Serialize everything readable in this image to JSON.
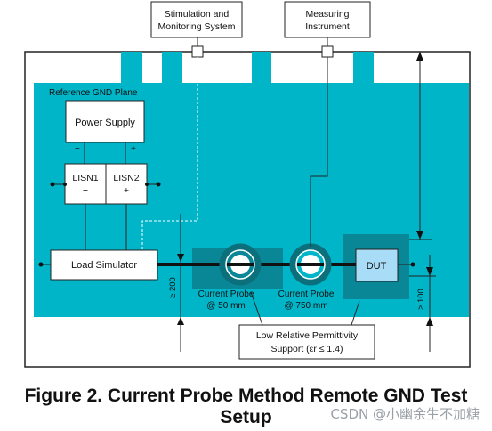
{
  "labels": {
    "stimulation_line1": "Stimulation and",
    "stimulation_line2": "Monitoring System",
    "measuring_line1": "Measuring",
    "measuring_line2": "Instrument",
    "ref_gnd_plane": "Reference GND Plane",
    "power_supply": "Power Supply",
    "ps_minus": "−",
    "ps_plus": "+",
    "lisn1": "LISN1",
    "lisn1_sign": "−",
    "lisn2": "LISN2",
    "lisn2_sign": "+",
    "load_simulator": "Load Simulator",
    "dut": "DUT",
    "probe1_line1": "Current Probe",
    "probe1_line2": "@ 50 mm",
    "probe2_line1": "Current Probe",
    "probe2_line2": "@ 750 mm",
    "permittivity_line1": "Low Relative Permittivity",
    "permittivity_line2": "Support (εr ≤ 1.4)",
    "dim_200": "≥ 200",
    "dim_100": "≥ 100"
  },
  "caption": {
    "line1": "Figure 2. Current Probe Method Remote GND Test",
    "line2": "Setup"
  },
  "watermark": "CSDN @小幽余生不加糖",
  "colors": {
    "gnd_plane": "#00b5c8",
    "support_dark": "#0a8797",
    "probe_dark": "#0b6f7c",
    "dut_fill": "#a9dcf6",
    "caption_text": "#111111"
  }
}
